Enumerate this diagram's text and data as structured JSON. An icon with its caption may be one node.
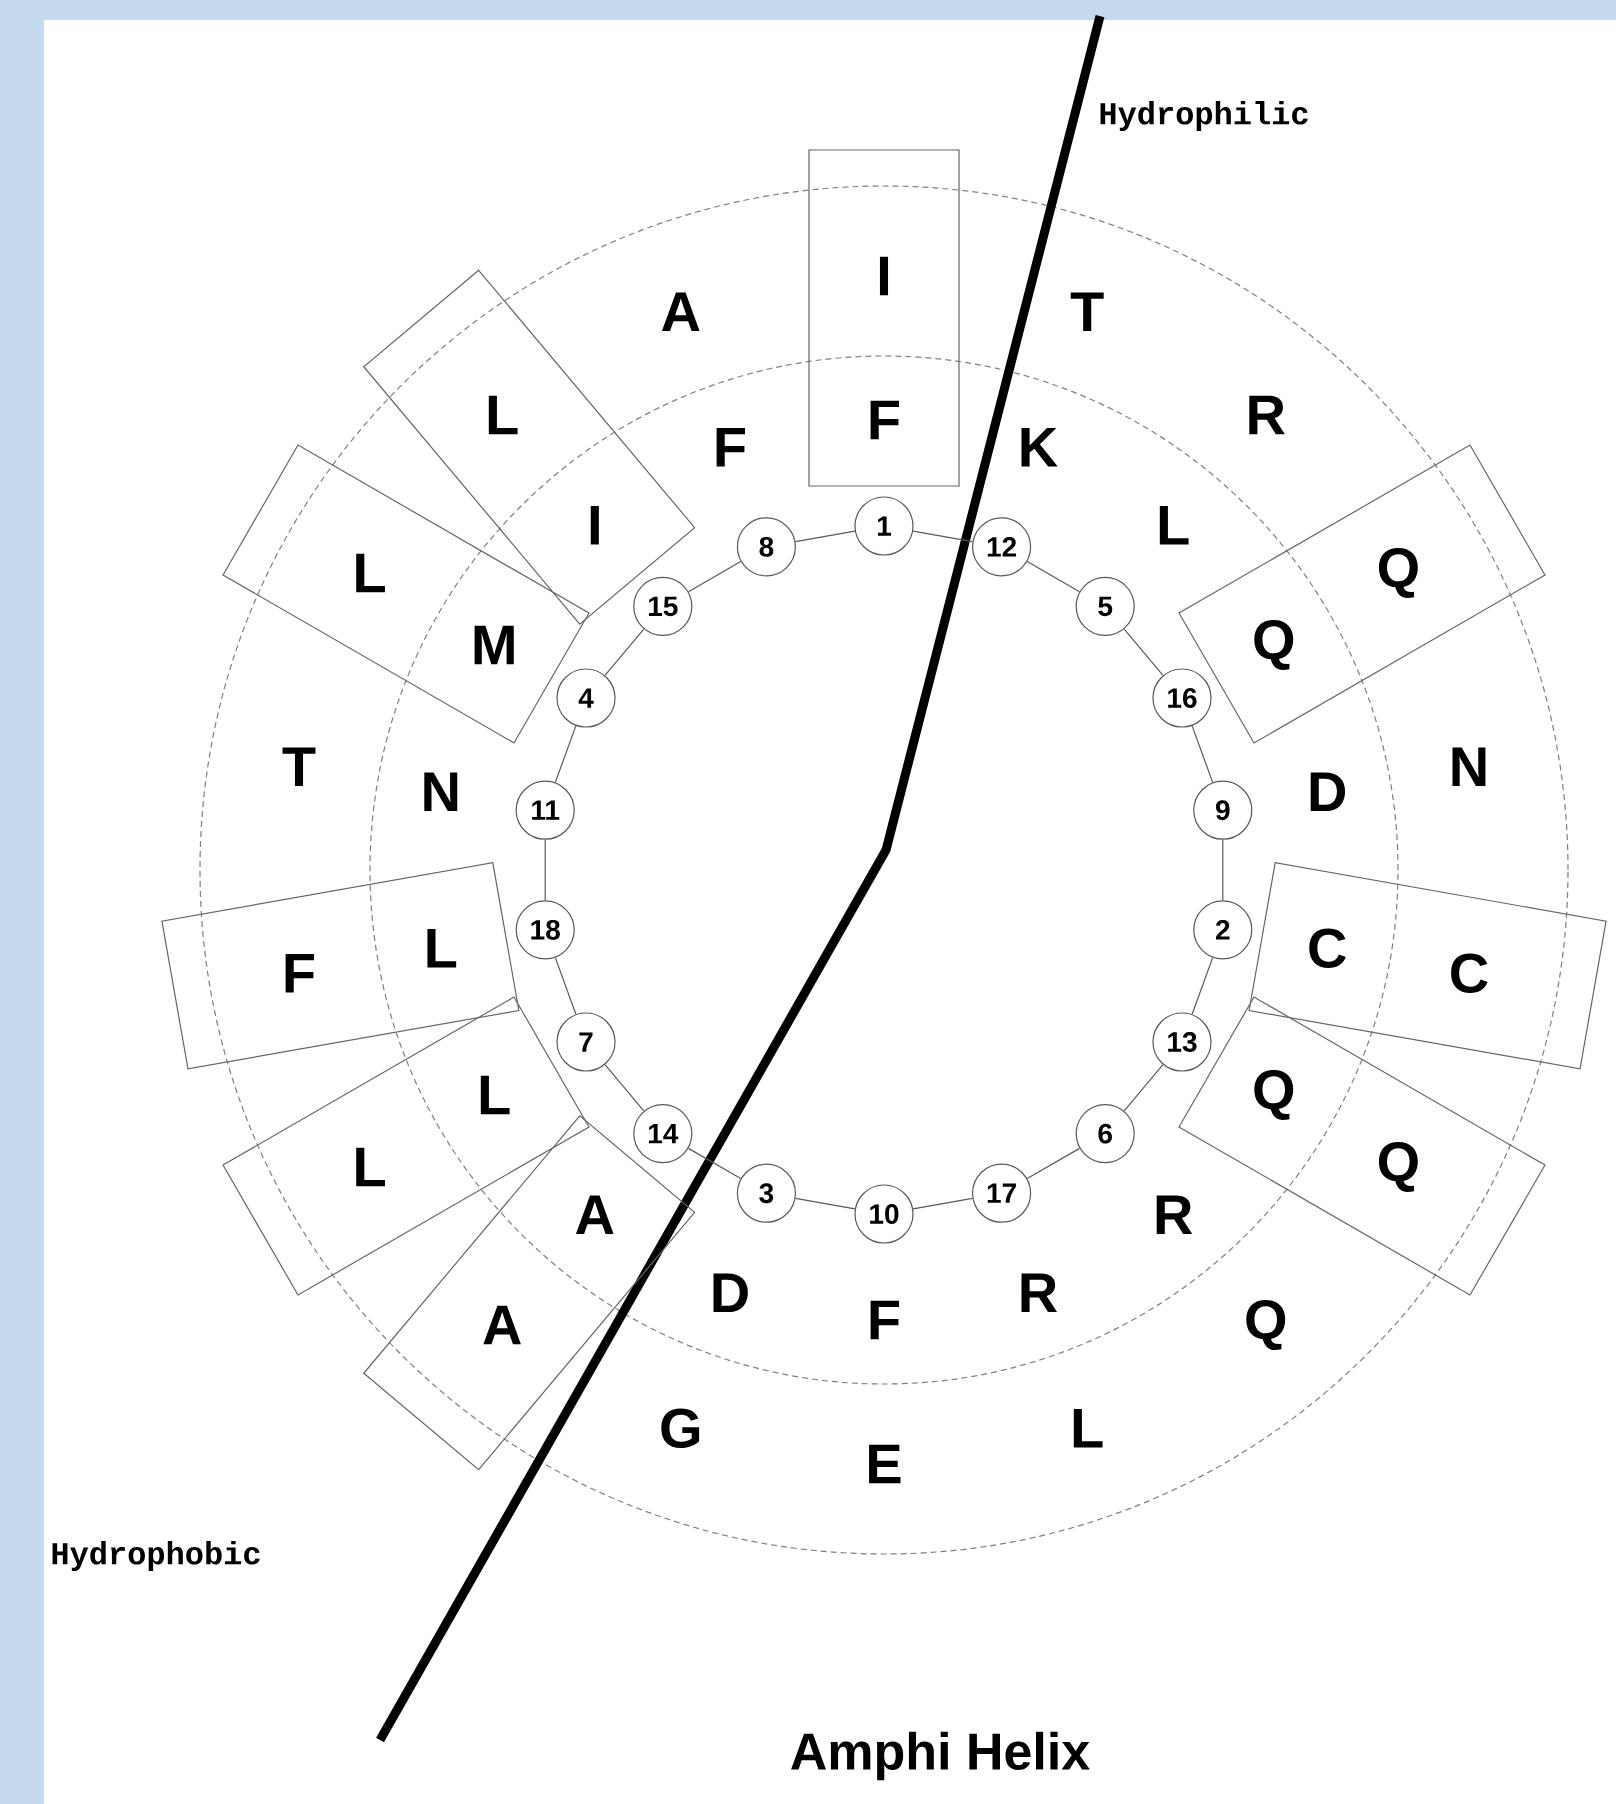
{
  "diagram": {
    "title": "Amphi Helix",
    "nodes": [
      {
        "text": [
          "1"
        ]
      },
      {
        "text": [
          "2"
        ]
      },
      {
        "text": [
          "3"
        ]
      },
      {
        "text": [
          "4"
        ]
      },
      {
        "text": [
          "5"
        ]
      },
      {
        "text": [
          "6"
        ]
      },
      {
        "text": [
          "7"
        ]
      },
      {
        "text": [
          "8"
        ]
      },
      {
        "text": [
          "9"
        ]
      },
      {
        "text": [
          "10"
        ]
      },
      {
        "text": [
          "11"
        ]
      },
      {
        "text": [
          "12"
        ]
      },
      {
        "text": [
          "13"
        ]
      },
      {
        "text": [
          "14"
        ]
      },
      {
        "text": [
          "15"
        ]
      },
      {
        "text": [
          "16"
        ]
      },
      {
        "text": [
          "17"
        ]
      },
      {
        "text": [
          "18"
        ]
      },
      {
        "text": [
          "I",
          "F"
        ]
      },
      {
        "text": [
          "L",
          "I"
        ]
      },
      {
        "text": [
          "L",
          "M"
        ]
      },
      {
        "text": [
          "Q",
          "Q"
        ]
      },
      {
        "text": [
          "F",
          "L"
        ]
      },
      {
        "text": [
          "C",
          "C"
        ]
      },
      {
        "text": [
          "L",
          "L"
        ]
      },
      {
        "text": [
          "Q",
          "Q"
        ]
      },
      {
        "text": [
          "A",
          "A"
        ]
      }
    ],
    "edges": [
      {
        "from": 0,
        "to": 11,
        "arrow": "none"
      },
      {
        "from": 11,
        "to": 4,
        "arrow": "none"
      },
      {
        "from": 4,
        "to": 15,
        "arrow": "none"
      },
      {
        "from": 15,
        "to": 8,
        "arrow": "none"
      },
      {
        "from": 8,
        "to": 1,
        "arrow": "none"
      },
      {
        "from": 1,
        "to": 12,
        "arrow": "none"
      },
      {
        "from": 12,
        "to": 5,
        "arrow": "none"
      },
      {
        "from": 5,
        "to": 16,
        "arrow": "none"
      },
      {
        "from": 16,
        "to": 9,
        "arrow": "none"
      },
      {
        "from": 9,
        "to": 2,
        "arrow": "none"
      },
      {
        "from": 2,
        "to": 13,
        "arrow": "none"
      },
      {
        "from": 13,
        "to": 6,
        "arrow": "none"
      },
      {
        "from": 6,
        "to": 17,
        "arrow": "none"
      },
      {
        "from": 17,
        "to": 10,
        "arrow": "none"
      },
      {
        "from": 10,
        "to": 3,
        "arrow": "none"
      },
      {
        "from": 3,
        "to": 14,
        "arrow": "none"
      },
      {
        "from": 14,
        "to": 7,
        "arrow": "none"
      },
      {
        "from": 7,
        "to": 0,
        "arrow": "none"
      }
    ],
    "labels": [
      "Hydrophilic",
      "A",
      "T",
      "F",
      "K",
      "R",
      "L",
      "N",
      "D",
      "T",
      "N",
      "R",
      "R",
      "F",
      "D",
      "Q",
      "G",
      "L",
      "E",
      "Hydrophobic"
    ]
  }
}
